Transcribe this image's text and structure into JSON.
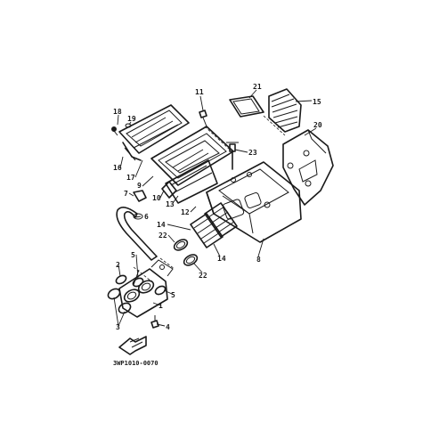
{
  "callouts": {
    "c1": "1",
    "c2": "2",
    "c3": "3",
    "c4": "4",
    "c5a": "5",
    "c5b": "5",
    "c6": "6",
    "c7": "7",
    "c8": "8",
    "c9": "9",
    "c10": "10",
    "c11": "11",
    "c12": "12",
    "c13": "13",
    "c14a": "14",
    "c14b": "14",
    "c15": "15",
    "c16": "16",
    "c17": "17",
    "c18": "18",
    "c19": "19",
    "c20": "20",
    "c21": "21",
    "c22a": "22",
    "c22b": "22",
    "c23": "23"
  },
  "diagram_code": "3WP1010-0070"
}
